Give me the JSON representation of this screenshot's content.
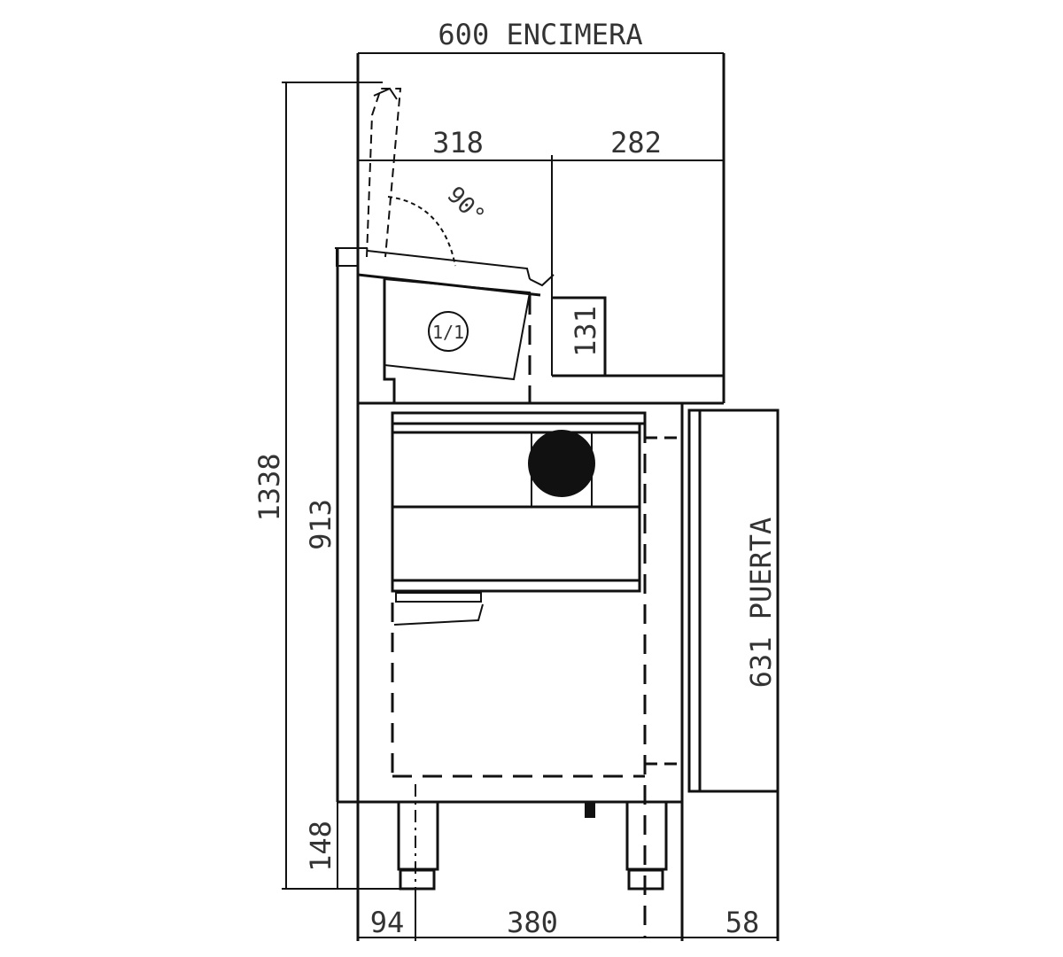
{
  "drawing": {
    "dimensions": {
      "countertop_width": "600 ENCIMERA",
      "left_section": "318",
      "right_section": "282",
      "lid_angle": "90°",
      "pan_size": "1/1",
      "step_height": "131",
      "total_height": "1338",
      "body_height": "913",
      "leg_height": "148",
      "door_height": "631 PUERTA",
      "front_offset": "94",
      "leg_spacing": "380",
      "door_depth": "58"
    }
  }
}
